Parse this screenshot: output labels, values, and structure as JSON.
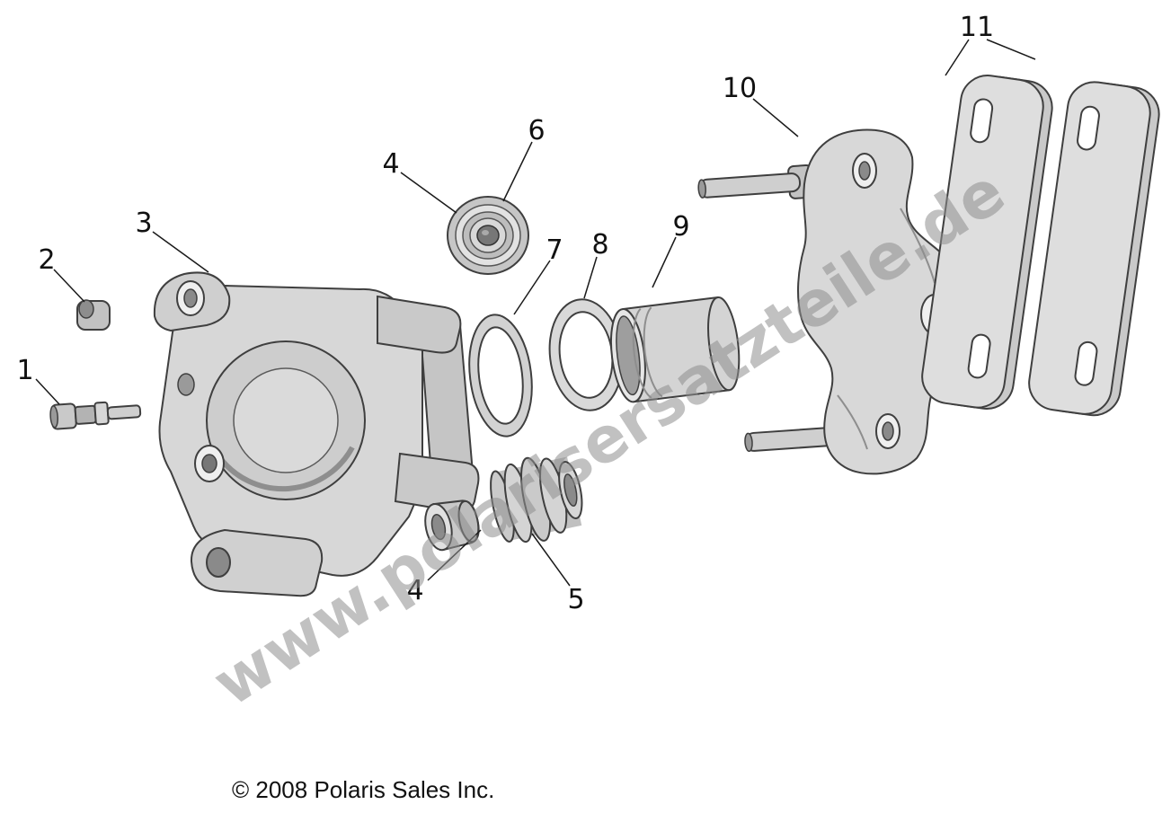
{
  "diagram": {
    "watermark": "www.polarisersatzteile.de",
    "copyright": "© 2008 Polaris Sales Inc.",
    "callouts": [
      {
        "number": "1"
      },
      {
        "number": "2"
      },
      {
        "number": "3"
      },
      {
        "number": "4"
      },
      {
        "number": "6"
      },
      {
        "number": "7"
      },
      {
        "number": "8"
      },
      {
        "number": "9"
      },
      {
        "number": "10"
      },
      {
        "number": "11"
      },
      {
        "number": "4"
      },
      {
        "number": "5"
      }
    ]
  }
}
